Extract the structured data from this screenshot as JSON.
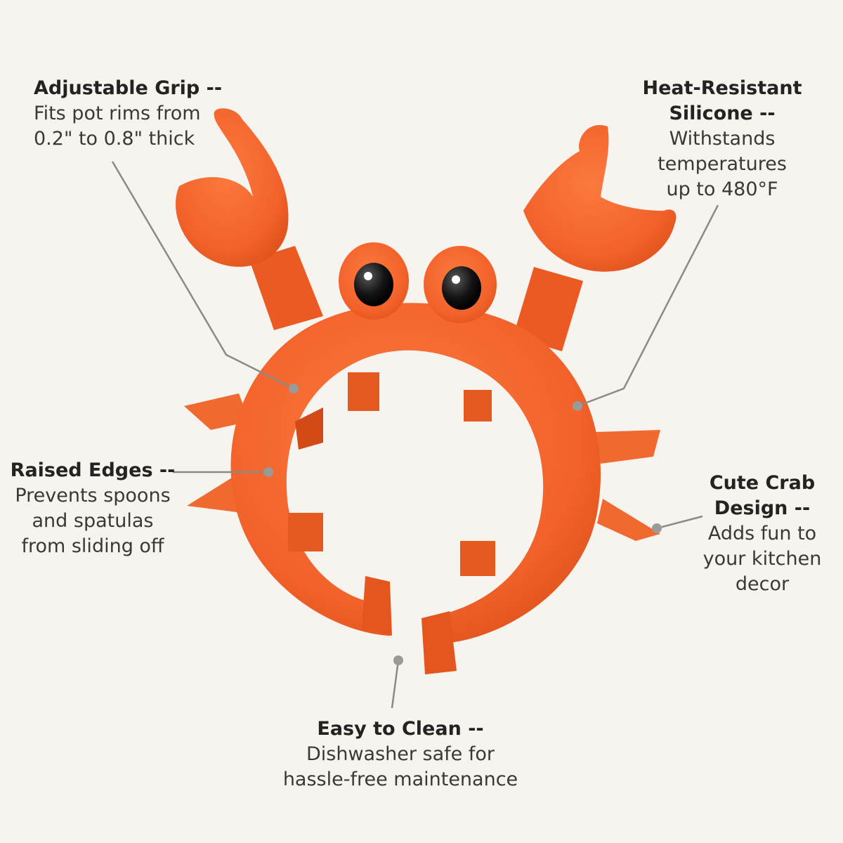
{
  "callouts": {
    "adjustable_grip": {
      "title": "Adjustable Grip --",
      "lines": [
        "Fits pot rims from",
        "0.2\" to 0.8\" thick"
      ]
    },
    "heat_resistant": {
      "title_lines": [
        "Heat-Resistant",
        "Silicone --"
      ],
      "lines": [
        "Withstands",
        "temperatures",
        "up to 480°F"
      ]
    },
    "raised_edges": {
      "title": "Raised Edges --",
      "lines": [
        "Prevents spoons",
        "and spatulas",
        "from sliding off"
      ]
    },
    "cute_crab": {
      "title_lines": [
        "Cute Crab",
        "Design --"
      ],
      "lines": [
        "Adds fun to",
        "your kitchen",
        "decor"
      ]
    },
    "easy_clean": {
      "title": "Easy to Clean --",
      "lines": [
        "Dishwasher safe for",
        "hassle-free maintenance"
      ]
    }
  },
  "colors": {
    "background": "#f7f4ef",
    "crab": "#f2622a",
    "crab_shadow": "#d94c18",
    "leader_line": "#8a8a88"
  }
}
